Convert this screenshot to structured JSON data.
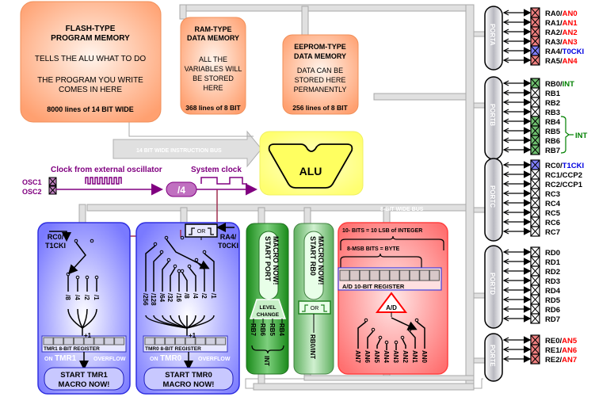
{
  "flash_memory": {
    "title1": "FLASH-TYPE",
    "title2": "PROGRAM MEMORY",
    "line1": "TELLS THE ALU WHAT TO DO",
    "line2": "THE PROGRAM YOU WRITE",
    "line3": "COMES IN HERE",
    "size": "8000 lines of 14 BIT WIDE"
  },
  "ram_memory": {
    "title1": "RAM-TYPE",
    "title2": "DATA MEMORY",
    "line1": "ALL THE",
    "line2": "VARIABLES WILL",
    "line3": "BE STORED",
    "line4": "HERE",
    "size": "368 lines of 8 BIT"
  },
  "eeprom_memory": {
    "title1": "EEPROM-TYPE",
    "title2": "DATA MEMORY",
    "line1": "DATA CAN BE",
    "line2": "STORED HERE",
    "line3": "PERMANENTLY",
    "size": "256 lines of 8 BIT"
  },
  "buses": {
    "instruction_bus": "14 BIT WIDE INSTRUCTION BUS",
    "data_bus": "8-BIT WIDE BUS"
  },
  "alu": {
    "label": "ALU"
  },
  "clock": {
    "external_label": "Clock from external oscillator",
    "system_label": "System clock",
    "divider": "/4",
    "osc1": "OSC1",
    "osc2": "OSC2"
  },
  "tmr1": {
    "input1": "RC0/",
    "input2": "T1CKI",
    "prescalers": [
      "/8",
      "/4",
      "/2",
      "/1"
    ],
    "increment": "+1",
    "register": "TMR1 8-BIT REGISTER",
    "overflow_on": "ON",
    "overflow_name": "TMR1",
    "overflow_word": "OVERFLOW",
    "macro1": "START TMR1",
    "macro2": "MACRO NOW!"
  },
  "tmr0": {
    "input1": "RA4/",
    "input2": "T0CKI",
    "or_label": "OR",
    "prescalers": [
      "/256",
      "/128",
      "/64",
      "/32",
      "/16",
      "/8",
      "/4",
      "/2",
      "/1"
    ],
    "increment": "+1",
    "register": "TMR0 8-BIT REGISTER",
    "overflow_on": "ON",
    "overflow_name": "TMR0",
    "overflow_word": "OVERFLOW",
    "macro1": "START TMR0",
    "macro2": "MACRO NOW!"
  },
  "port_change": {
    "macro1": "START PORT",
    "macro2": "MACRO NOW!",
    "level1": "LEVEL",
    "level2": "CHANGE",
    "inputs": [
      "RB7",
      "RB6",
      "RB5",
      "RB4"
    ],
    "int_label": "INT"
  },
  "rb0_int": {
    "macro1": "START RB0",
    "macro2": "MACRO NOW!",
    "or_label": "OR",
    "input": "RB0/INT"
  },
  "adc": {
    "top_label": "10- BITS = 10 LSB of INTEGER",
    "msb_label": "8-MSB BITS = BYTE",
    "register": "A/D 10-BIT REGISTER",
    "converter": "A/D",
    "inputs": [
      "AN7",
      "AN6",
      "AN5",
      "AN4",
      "AN3",
      "AN2",
      "AN1",
      "AN0"
    ]
  },
  "ports": [
    {
      "name": "PORTA",
      "pins": [
        {
          "main": "RA0/",
          "alt": "AN0",
          "alt_color": "#ff0000",
          "box_color": "#f08080"
        },
        {
          "main": "RA1/",
          "alt": "AN1",
          "alt_color": "#ff0000",
          "box_color": "#f08080"
        },
        {
          "main": "RA2/",
          "alt": "AN2",
          "alt_color": "#ff0000",
          "box_color": "#f08080"
        },
        {
          "main": "RA3/",
          "alt": "AN3",
          "alt_color": "#ff0000",
          "box_color": "#f08080"
        },
        {
          "main": "RA4/",
          "alt": "T0CKI",
          "alt_color": "#0000e0",
          "box_color": "#8080ff"
        },
        {
          "main": "RA5/",
          "alt": "AN4",
          "alt_color": "#ff0000",
          "box_color": "#f08080"
        }
      ]
    },
    {
      "name": "PORTB",
      "pins": [
        {
          "main": "RB0/",
          "alt": "INT",
          "alt_color": "#008000",
          "box_color": "#70c070"
        },
        {
          "main": "RB1",
          "alt": "",
          "alt_color": "#000000",
          "box_color": "#ffffff"
        },
        {
          "main": "RB2",
          "alt": "",
          "alt_color": "#000000",
          "box_color": "#ffffff"
        },
        {
          "main": "RB3",
          "alt": "",
          "alt_color": "#000000",
          "box_color": "#ffffff"
        },
        {
          "main": "RB4",
          "alt": "",
          "alt_color": "#000000",
          "box_color": "#70c070"
        },
        {
          "main": "RB5",
          "alt": "",
          "alt_color": "#000000",
          "box_color": "#70c070"
        },
        {
          "main": "RB6",
          "alt": "",
          "alt_color": "#000000",
          "box_color": "#70c070"
        },
        {
          "main": "RB7",
          "alt": "",
          "alt_color": "#000000",
          "box_color": "#70c070"
        }
      ],
      "group_label": "INT"
    },
    {
      "name": "PORTC",
      "pins": [
        {
          "main": "RC0/",
          "alt": "T1CKI",
          "alt_color": "#0000e0",
          "box_color": "#8080ff"
        },
        {
          "main": "RC1/CCP2",
          "alt": "",
          "alt_color": "#000000",
          "box_color": "#ffffff"
        },
        {
          "main": "RC2/CCP1",
          "alt": "",
          "alt_color": "#000000",
          "box_color": "#ffffff"
        },
        {
          "main": "RC3",
          "alt": "",
          "alt_color": "#000000",
          "box_color": "#ffffff"
        },
        {
          "main": "RC4",
          "alt": "",
          "alt_color": "#000000",
          "box_color": "#ffffff"
        },
        {
          "main": "RC5",
          "alt": "",
          "alt_color": "#000000",
          "box_color": "#ffffff"
        },
        {
          "main": "RC6",
          "alt": "",
          "alt_color": "#000000",
          "box_color": "#ffffff"
        },
        {
          "main": "RC7",
          "alt": "",
          "alt_color": "#000000",
          "box_color": "#ffffff"
        }
      ]
    },
    {
      "name": "PORTD",
      "pins": [
        {
          "main": "RD0",
          "alt": "",
          "alt_color": "#000000",
          "box_color": "#ffffff"
        },
        {
          "main": "RD1",
          "alt": "",
          "alt_color": "#000000",
          "box_color": "#ffffff"
        },
        {
          "main": "RD2",
          "alt": "",
          "alt_color": "#000000",
          "box_color": "#ffffff"
        },
        {
          "main": "RD3",
          "alt": "",
          "alt_color": "#000000",
          "box_color": "#ffffff"
        },
        {
          "main": "RD4",
          "alt": "",
          "alt_color": "#000000",
          "box_color": "#ffffff"
        },
        {
          "main": "RD5",
          "alt": "",
          "alt_color": "#000000",
          "box_color": "#ffffff"
        },
        {
          "main": "RD6",
          "alt": "",
          "alt_color": "#000000",
          "box_color": "#ffffff"
        },
        {
          "main": "RD7",
          "alt": "",
          "alt_color": "#000000",
          "box_color": "#ffffff"
        }
      ]
    },
    {
      "name": "PORTE",
      "pins": [
        {
          "main": "RE0/",
          "alt": "AN5",
          "alt_color": "#ff0000",
          "box_color": "#f08080"
        },
        {
          "main": "RE1/",
          "alt": "AN6",
          "alt_color": "#ff0000",
          "box_color": "#f08080"
        },
        {
          "main": "RE2/",
          "alt": "AN7",
          "alt_color": "#ff0000",
          "box_color": "#f08080"
        }
      ]
    }
  ],
  "colors": {
    "memory": "#ffa070",
    "alu": "#ffff80",
    "timer": "#8080ff",
    "port_change": "#2e9a2e",
    "rb0": "#80c880",
    "adc": "#ff8080",
    "clock": "#800080",
    "bus": "#e0e0e0"
  }
}
